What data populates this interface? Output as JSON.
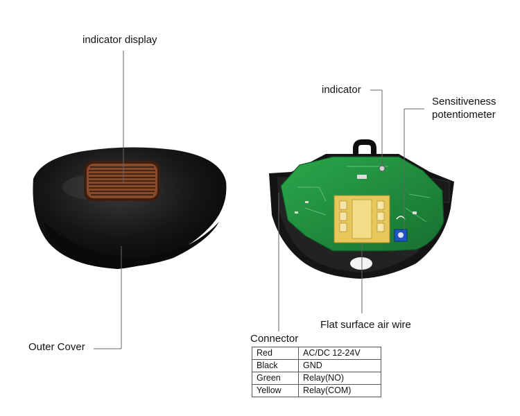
{
  "labels": {
    "indicator_display": "indicator display",
    "indicator": "indicator",
    "sensitiveness_line1": "Sensitiveness",
    "sensitiveness_line2": "potentiometer",
    "outer_cover": "Outer Cover",
    "flat_surface": "Flat surface air wire",
    "connector": "Connector"
  },
  "connector_table": [
    {
      "color": "Red",
      "function": "AC/DC 12-24V"
    },
    {
      "color": "Black",
      "function": "GND"
    },
    {
      "color": "Green",
      "function": "Relay(NO)"
    },
    {
      "color": "Yellow",
      "function": "Relay(COM)"
    }
  ],
  "colors": {
    "housing": "#141414",
    "pcb": "#1f8a3c",
    "copper_window": "#8a4a2a",
    "module": "#e8c75a",
    "potentiometer": "#1d55c4",
    "leader_line": "#666666"
  }
}
